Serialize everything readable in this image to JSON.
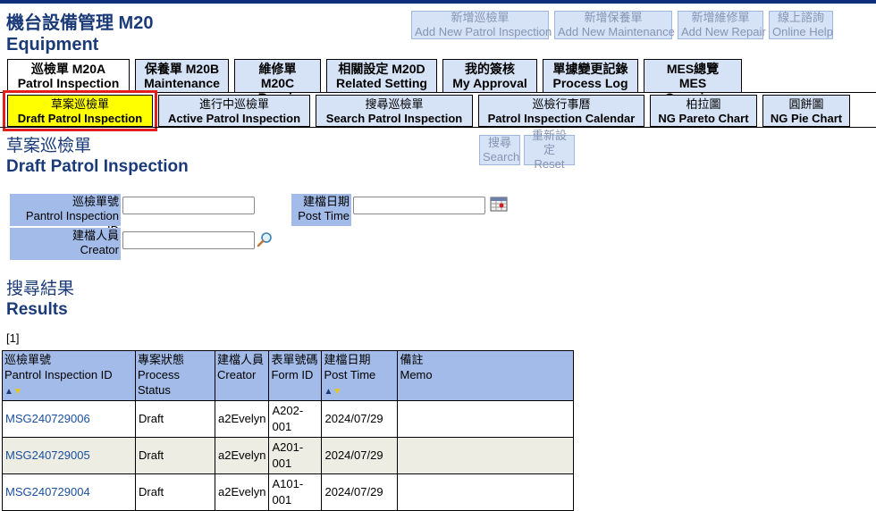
{
  "header": {
    "title_zh": "機台設備管理 M20",
    "title_en": "Equipment"
  },
  "top_buttons": [
    {
      "zh": "新增巡檢單",
      "en": "Add New Patrol Inspection"
    },
    {
      "zh": "新增保養單",
      "en": "Add New Maintenance"
    },
    {
      "zh": "新增維修單",
      "en": "Add New Repair"
    },
    {
      "zh": "線上諮詢",
      "en": "Online Help"
    }
  ],
  "tabs1": [
    {
      "zh": "巡檢單 M20A",
      "en": "Patrol Inspection"
    },
    {
      "zh": "保養單 M20B",
      "en": "Maintenance"
    },
    {
      "zh": "維修單 M20C",
      "en": "Repair"
    },
    {
      "zh": "相關設定 M20D",
      "en": "Related Setting"
    },
    {
      "zh": "我的簽核",
      "en": "My Approval"
    },
    {
      "zh": "單據變更記錄",
      "en": "Process Log"
    },
    {
      "zh": "MES總覽",
      "en": "MES Overview"
    }
  ],
  "tabs2": [
    {
      "zh": "草案巡檢單",
      "en": "Draft Patrol Inspection"
    },
    {
      "zh": "進行中巡檢單",
      "en": "Active Patrol Inspection"
    },
    {
      "zh": "搜尋巡檢單",
      "en": "Search Patrol Inspection"
    },
    {
      "zh": "巡檢行事曆",
      "en": "Patrol Inspection Calendar"
    },
    {
      "zh": "柏拉圖",
      "en": "NG Pareto Chart"
    },
    {
      "zh": "圓餅圖",
      "en": "NG Pie Chart"
    }
  ],
  "page": {
    "title_zh": "草案巡檢單",
    "title_en": "Draft Patrol Inspection"
  },
  "actions": {
    "search_zh": "搜尋",
    "search_en": "Search",
    "reset_zh": "重新設定",
    "reset_en": "Reset"
  },
  "form": {
    "id_label_zh": "巡檢單號",
    "id_label_en": "Pantrol Inspection ID",
    "id_value": "",
    "date_label_zh": "建檔日期",
    "date_label_en": "Post Time",
    "date_value": "",
    "creator_label_zh": "建檔人員",
    "creator_label_en": "Creator",
    "creator_value": ""
  },
  "results": {
    "title_zh": "搜尋結果",
    "title_en": "Results",
    "pager": "[1]"
  },
  "table": {
    "headers": [
      {
        "zh": "巡檢單號",
        "en": "Pantrol Inspection ID"
      },
      {
        "zh": "專案狀態",
        "en": "Process Status"
      },
      {
        "zh": "建檔人員",
        "en": "Creator"
      },
      {
        "zh": "表單號碼",
        "en": "Form ID"
      },
      {
        "zh": "建檔日期",
        "en": "Post Time"
      },
      {
        "zh": "備註",
        "en": "Memo"
      }
    ],
    "rows": [
      {
        "id": "MSG240729006",
        "status": "Draft",
        "creator": "a2Evelyn",
        "form": "A202-001",
        "date": "2024/07/29",
        "memo": ""
      },
      {
        "id": "MSG240729005",
        "status": "Draft",
        "creator": "a2Evelyn",
        "form": "A201-001",
        "date": "2024/07/29",
        "memo": ""
      },
      {
        "id": "MSG240729004",
        "status": "Draft",
        "creator": "a2Evelyn",
        "form": "A101-001",
        "date": "2024/07/29",
        "memo": ""
      }
    ]
  },
  "icons": {
    "calendar": "calendar-icon",
    "search": "magnifier-icon",
    "sort_up": "▲",
    "sort_down": "▼"
  },
  "colors": {
    "title": "#1a3a78",
    "tab_bg": "#d6e3f6",
    "active_tab": "#ffff00",
    "highlight": "#e0201c",
    "label_bg": "#a3bbe8",
    "link": "#1a4fa0"
  }
}
